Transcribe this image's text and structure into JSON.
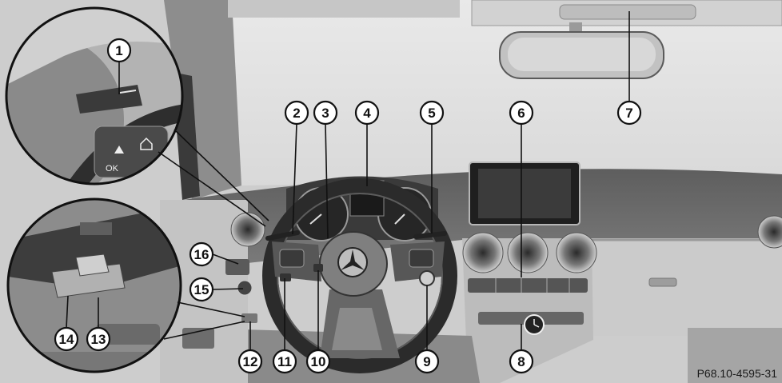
{
  "figure": {
    "code": "P68.10-4595-31"
  },
  "callouts": [
    "1",
    "2",
    "3",
    "4",
    "5",
    "6",
    "7",
    "8",
    "9",
    "10",
    "11",
    "12",
    "13",
    "14",
    "15",
    "16"
  ],
  "inset_top": {
    "ok_label": "OK",
    "icons": [
      "up-arrow-icon",
      "home-icon"
    ]
  },
  "colors": {
    "marker_fill": "#ffffff",
    "marker_stroke": "#111111",
    "background": "#d6d6d6"
  }
}
